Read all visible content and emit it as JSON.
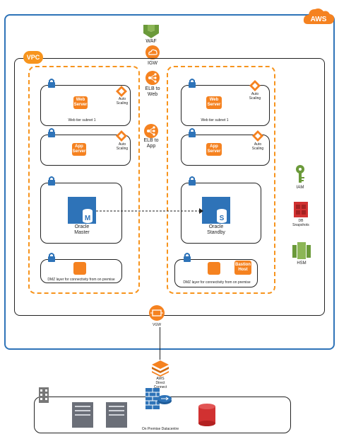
{
  "badges": {
    "aws": "AWS",
    "vpc": "VPC"
  },
  "top": {
    "waf": "WAF",
    "igw": "IGW",
    "elb_web": [
      "ELB to",
      "Web"
    ],
    "elb_app": [
      "ELB to",
      "App"
    ]
  },
  "left_az": {
    "web_server": [
      "Web",
      "Server"
    ],
    "web_subnet": "Web tier subnet 1",
    "app_server": [
      "App",
      "Server"
    ],
    "autoscaling": [
      "Auto",
      "Scaling"
    ],
    "db": [
      "Oracle",
      "Master"
    ],
    "db_letter": "M",
    "dmz": "DMZ layer for connectivity from on premise"
  },
  "right_az": {
    "web_server": [
      "Web",
      "Server"
    ],
    "web_subnet": "Web tier subnet 1",
    "app_server": [
      "App",
      "Server"
    ],
    "autoscaling": [
      "Auto",
      "Scaling"
    ],
    "db": [
      "Oracle",
      "Standby"
    ],
    "db_letter": "S",
    "bastion": [
      "Bastion",
      "Host"
    ],
    "dmz": "DMZ layer for connectivity from on premise"
  },
  "side": {
    "iam": "IAM",
    "snapshots": [
      "DB",
      "Snapshots"
    ],
    "hsm": "HSM"
  },
  "bottom": {
    "vgw": "VGW",
    "direct_connect": [
      "AWS",
      "Direct",
      "Connect"
    ],
    "onprem": "On Premise Datacentre"
  },
  "colors": {
    "aws_blue": "#2e73b8",
    "orange": "#f58220",
    "db_blue": "#2e73b8",
    "green": "#6b9a3a",
    "red": "#d13131"
  },
  "icons": [
    "waf-icon",
    "igw-icon",
    "elb-icon",
    "autoscaling-icon",
    "lock-icon",
    "rds-icon",
    "iam-icon",
    "snapshot-icon",
    "hsm-icon",
    "vgw-icon",
    "direct-connect-icon",
    "firewall-icon",
    "router-icon",
    "server-icon",
    "database-icon"
  ]
}
